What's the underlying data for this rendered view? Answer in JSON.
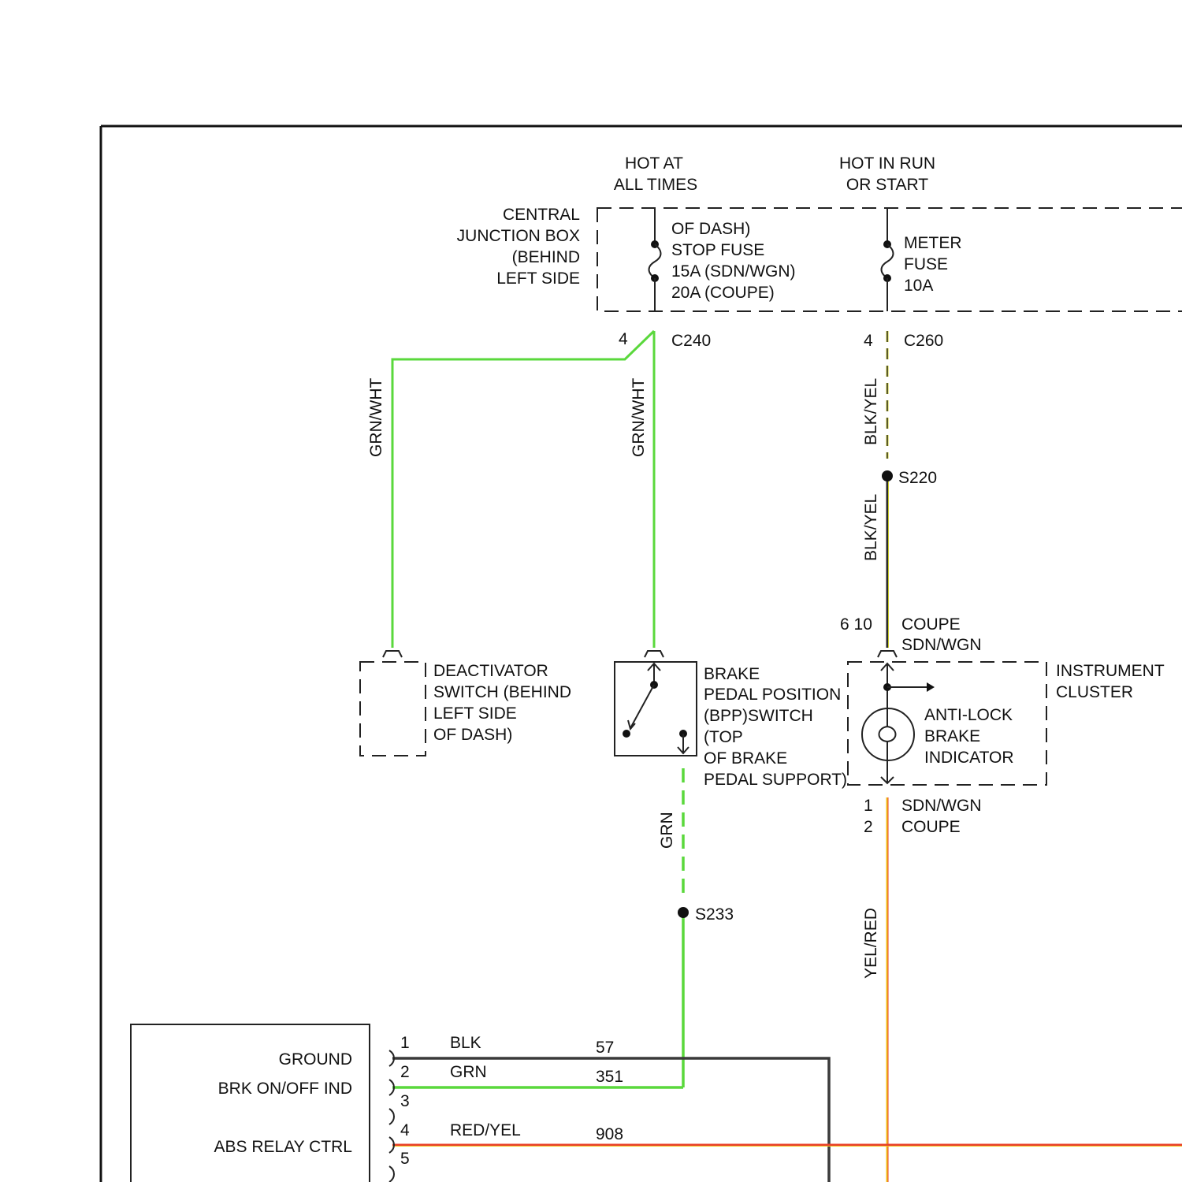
{
  "colors": {
    "frame": "#111111",
    "grn_wht": "#5ad83c",
    "grn": "#5ad83c",
    "blk_yel_black": "#2b2b2b",
    "blk_yel_yellow": "#c9c92a",
    "yel_red_yellow": "#f2c21b",
    "yel_red_red": "#e8402a",
    "red_yel_red": "#e8402a",
    "red_yel_yellow": "#f2c21b",
    "blk": "#3a3a3a"
  },
  "header": {
    "hot_at_all_times": [
      "HOT AT",
      "ALL TIMES"
    ],
    "hot_in_run": [
      "HOT IN RUN",
      "OR START"
    ]
  },
  "junction_box": {
    "label": [
      "CENTRAL",
      "JUNCTION BOX",
      "(BEHIND",
      "LEFT SIDE"
    ],
    "stop_fuse": [
      "OF DASH)",
      "STOP FUSE",
      "15A (SDN/WGN)",
      "20A (COUPE)"
    ],
    "meter_fuse": [
      "METER",
      "FUSE",
      "10A"
    ]
  },
  "connectors": {
    "c240_pin": "4",
    "c240": "C240",
    "c260_pin": "4",
    "c260": "C260",
    "cluster_in_pins": "6 10",
    "cluster_in_variants": [
      "COUPE",
      "SDN/WGN"
    ],
    "cluster_out_pins": [
      "1",
      "2"
    ],
    "cluster_out_variants": [
      "SDN/WGN",
      "COUPE"
    ]
  },
  "wires": {
    "grn_wht_left": "GRN/WHT",
    "grn_wht_right": "GRN/WHT",
    "blk_yel_upper": "BLK/YEL",
    "blk_yel_lower": "BLK/YEL",
    "grn": "GRN",
    "yel_red": "YEL/RED"
  },
  "splices": {
    "s220": "S220",
    "s233": "S233"
  },
  "components": {
    "deactivator": [
      "DEACTIVATOR",
      "SWITCH (BEHIND",
      "LEFT SIDE",
      "OF DASH)"
    ],
    "bpp_switch": [
      "BRAKE",
      "PEDAL POSITION",
      "(BPP)SWITCH",
      "(TOP",
      "OF BRAKE",
      "PEDAL SUPPORT)"
    ],
    "instrument_cluster": [
      "INSTRUMENT",
      "CLUSTER"
    ],
    "abs_indicator": [
      "ANTI-LOCK",
      "BRAKE",
      "INDICATOR"
    ]
  },
  "module": {
    "pins": [
      "1",
      "2",
      "3",
      "4",
      "5"
    ],
    "functions": [
      "GROUND",
      "BRK ON/OFF IND",
      "ABS RELAY CTRL"
    ],
    "wire_colors": [
      "BLK",
      "GRN",
      "RED/YEL"
    ],
    "circuit_numbers": [
      "57",
      "351",
      "908"
    ]
  }
}
